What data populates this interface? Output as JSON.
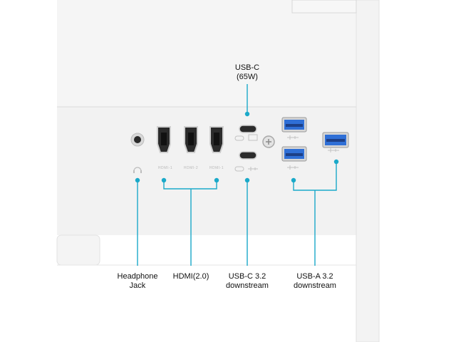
{
  "callouts": {
    "usbc_top_line1": "USB-C",
    "usbc_top_line2": "(65W)",
    "headphone_line1": "Headphone",
    "headphone_line2": "Jack",
    "hdmi": "HDMI(2.0)",
    "usbc_down_line1": "USB-C 3.2",
    "usbc_down_line2": "downstream",
    "usba_line1": "USB-A 3.2",
    "usba_line2": "downstream"
  },
  "port_labels": {
    "hdmi1": "HDMI-1",
    "hdmi2": "HDMI-2",
    "hdmi3": "HDMI-1"
  },
  "colors": {
    "accent_cyan": "#1aa9c9",
    "usb3_blue": "#2f6fd6",
    "panel": "#f1f1f1"
  }
}
